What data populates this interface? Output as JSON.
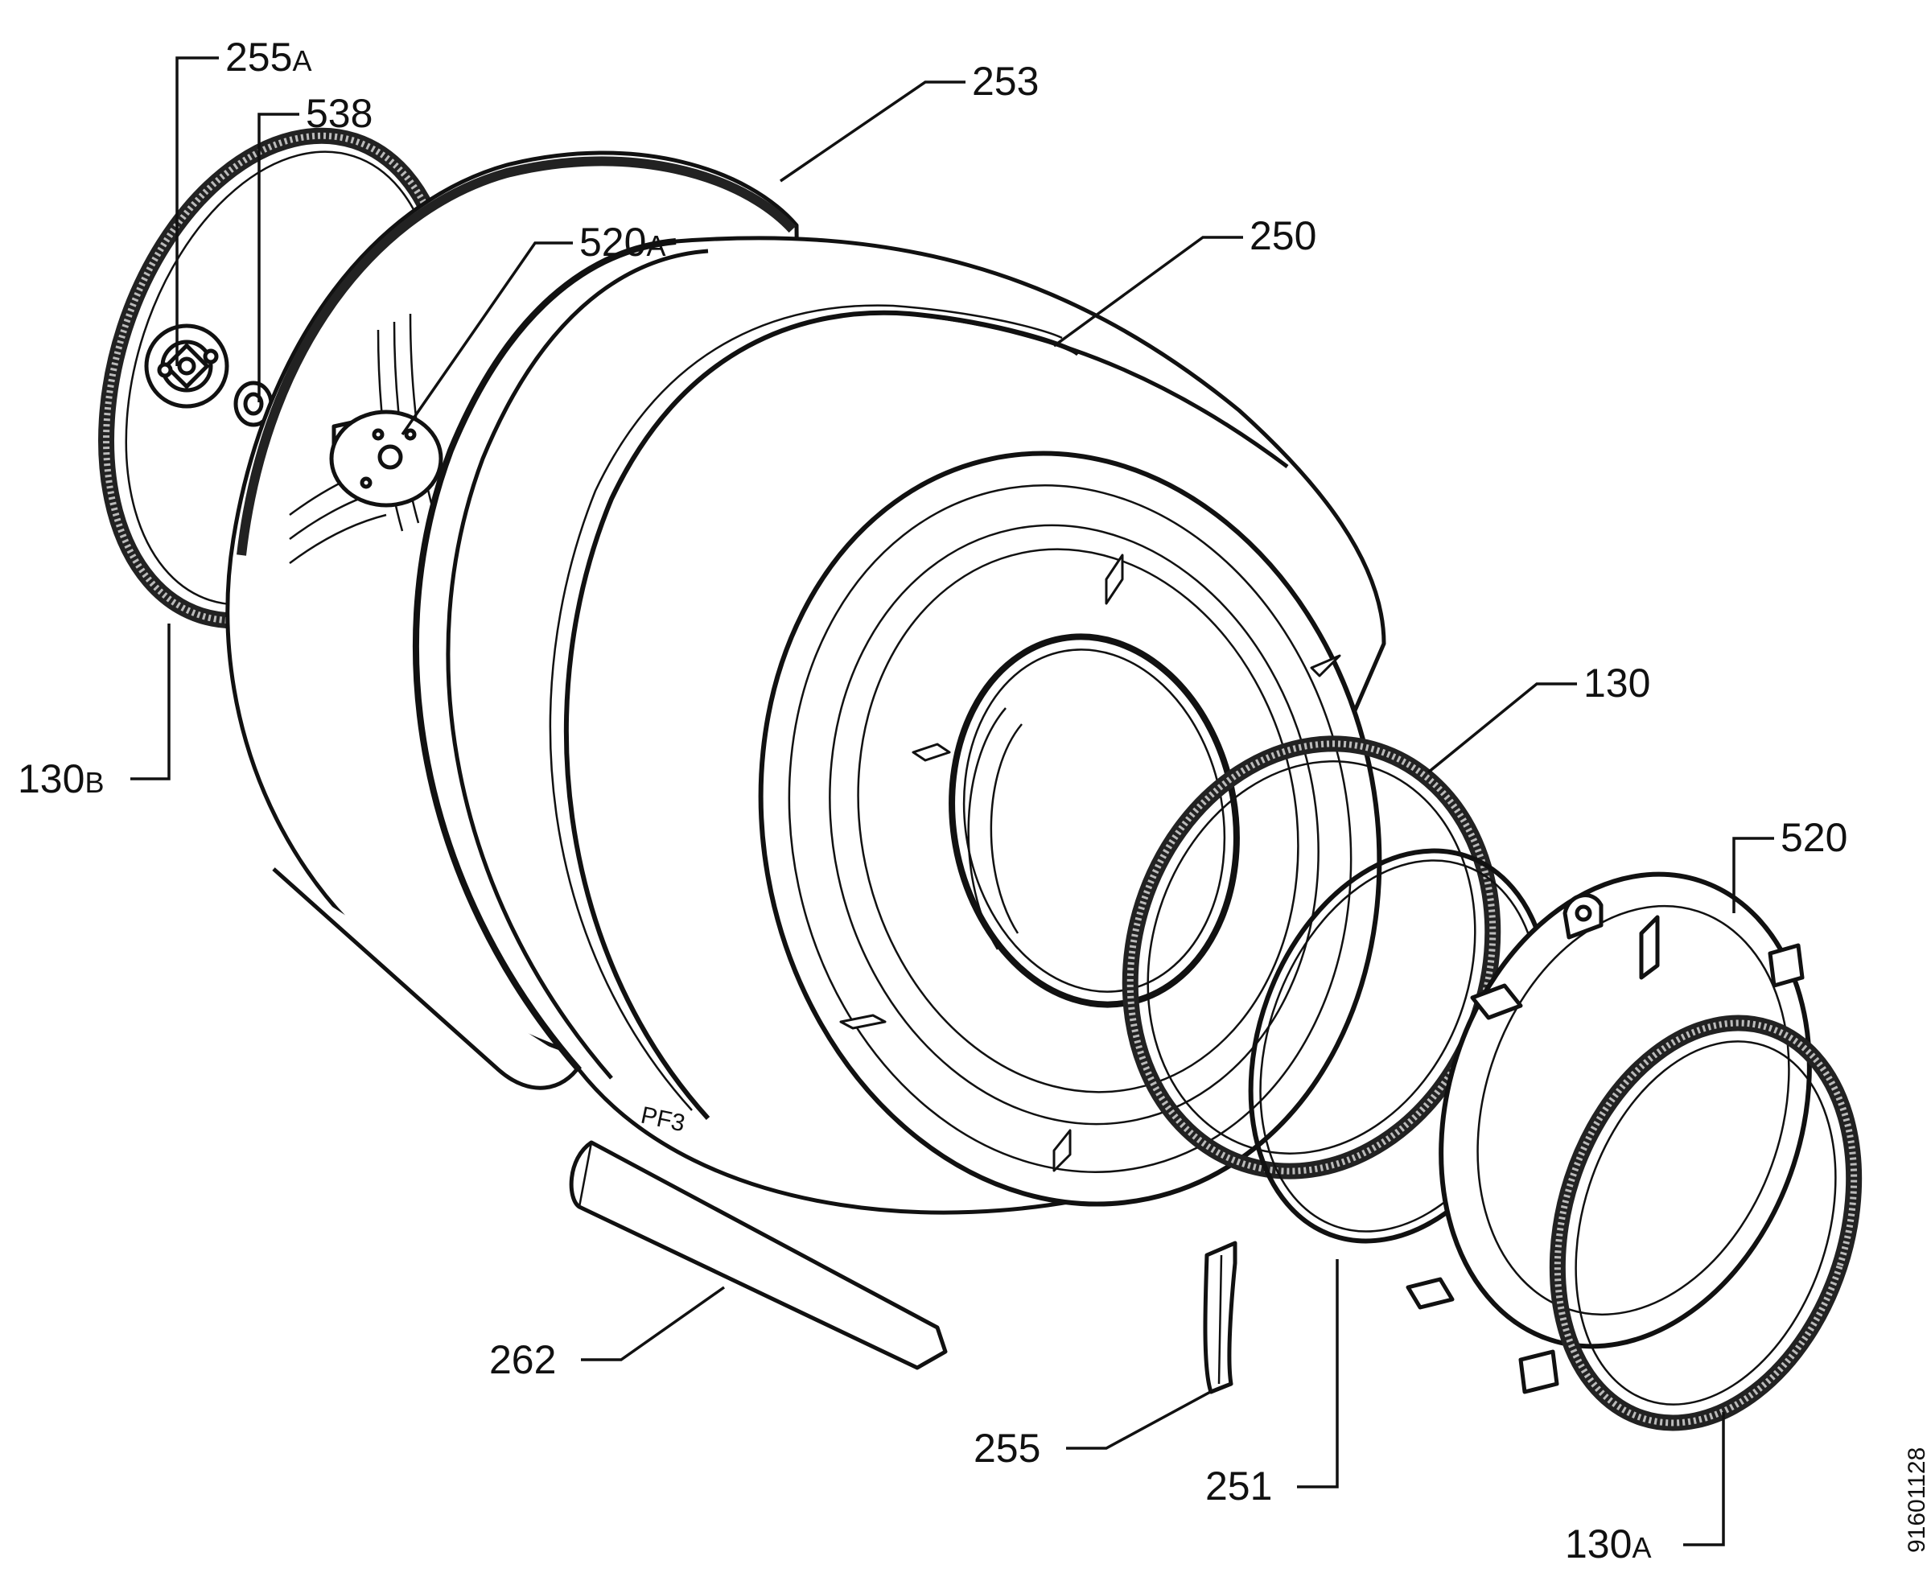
{
  "diagram_code": "91601128",
  "embossed_mark": "PF3",
  "parts": [
    {
      "id": "p255a",
      "num": "255",
      "suffix": "A"
    },
    {
      "id": "p538",
      "num": "538",
      "suffix": ""
    },
    {
      "id": "p253",
      "num": "253",
      "suffix": ""
    },
    {
      "id": "p520a",
      "num": "520",
      "suffix": "A"
    },
    {
      "id": "p250",
      "num": "250",
      "suffix": ""
    },
    {
      "id": "p130b",
      "num": "130",
      "suffix": "B"
    },
    {
      "id": "p130",
      "num": "130",
      "suffix": ""
    },
    {
      "id": "p520",
      "num": "520",
      "suffix": ""
    },
    {
      "id": "p262",
      "num": "262",
      "suffix": ""
    },
    {
      "id": "p255",
      "num": "255",
      "suffix": ""
    },
    {
      "id": "p251",
      "num": "251",
      "suffix": ""
    },
    {
      "id": "p130a",
      "num": "130",
      "suffix": "A"
    }
  ]
}
